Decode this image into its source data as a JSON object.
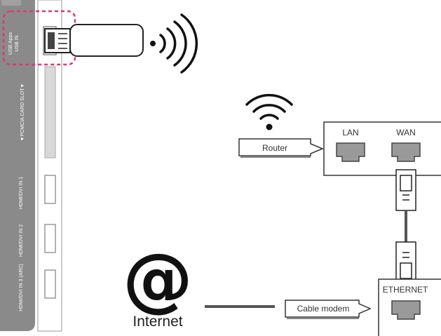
{
  "tv_panel": {
    "usb_label_line1": "USB Apps",
    "usb_label_line2": "USB IN",
    "pcmcia_label": "▼PCMCIA CARD SLOT▼",
    "hdmi1_label": "HDMI/DVI IN 1",
    "hdmi2_label": "HDMI/DVI IN 2",
    "hdmi3_label": "HDMI/DVI IN 3 (ARC)"
  },
  "router": {
    "label": "Router",
    "port_lan": "LAN",
    "port_wan": "WAN"
  },
  "modem": {
    "label": "Cable modem",
    "port_label": "ETHERNET"
  },
  "internet": {
    "symbol": "@",
    "label": "Internet"
  },
  "colors": {
    "panel": "#8a8a8a",
    "highlight": "#d9387a",
    "line": "#555555",
    "port": "#9a9a9a"
  }
}
